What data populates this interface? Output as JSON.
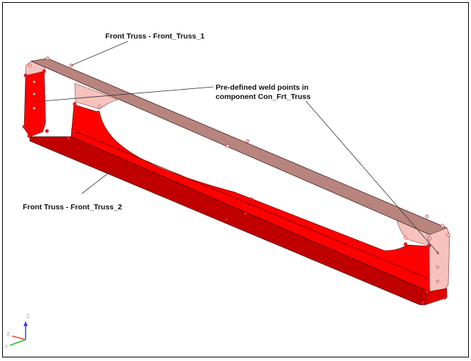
{
  "labels": {
    "truss1": "Front Truss - Front_Truss_1",
    "weld_line1": "Pre-defined weld points in",
    "weld_line2": "component Con_Frt_Truss",
    "truss2": "Front Truss - Front_Truss_2"
  },
  "axes": {
    "x": "X",
    "y": "Y",
    "z": "Z"
  },
  "colors": {
    "top_strip": "#b8847e",
    "web": "#ff0000",
    "bottom_face": "#c00000",
    "pink_plate": "#f7c2bd"
  }
}
